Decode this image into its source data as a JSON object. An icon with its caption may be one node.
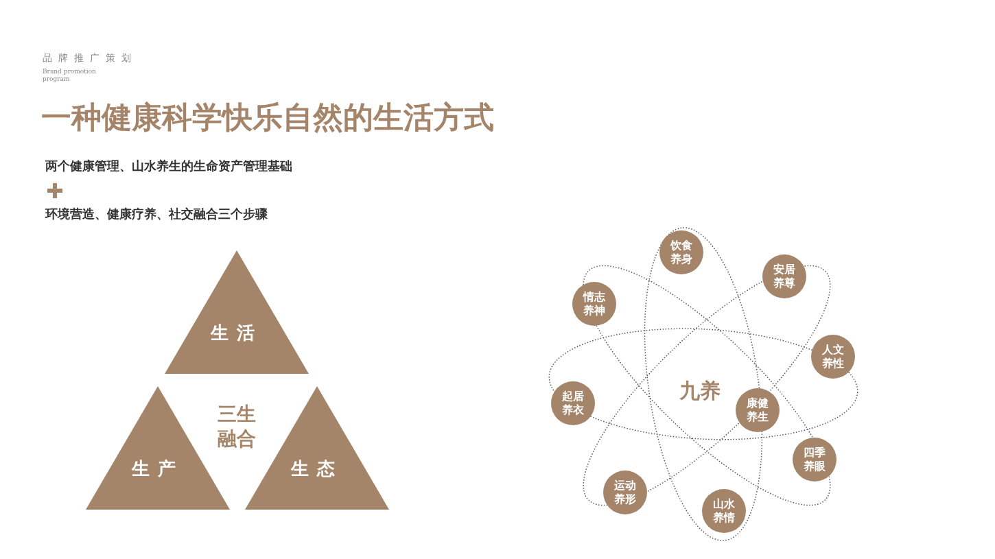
{
  "diagram": {
    "title": "一种健康科学快乐自然的生活方式",
    "nodes": [
      {
        "text": [
          "生活"
        ]
      },
      {
        "text": [
          "生产"
        ]
      },
      {
        "text": [
          "生态"
        ]
      },
      {
        "text": [
          "饮食养身"
        ]
      },
      {
        "text": [
          "安居养尊"
        ]
      },
      {
        "text": [
          "情志养神"
        ]
      },
      {
        "text": [
          "人文养性"
        ]
      },
      {
        "text": [
          "起居养衣"
        ]
      },
      {
        "text": [
          "康健养生"
        ]
      },
      {
        "text": [
          "四季养眼"
        ]
      },
      {
        "text": [
          "运动养形"
        ]
      },
      {
        "text": [
          "山水养情"
        ]
      }
    ],
    "labels": [
      "品牌推广策划",
      "Brand promotion program",
      "两个健康管理、山水养生的生命资产管理基础",
      "环境营造、健康疗养、社交融合三个步骤",
      "三生融合",
      "九养"
    ]
  }
}
